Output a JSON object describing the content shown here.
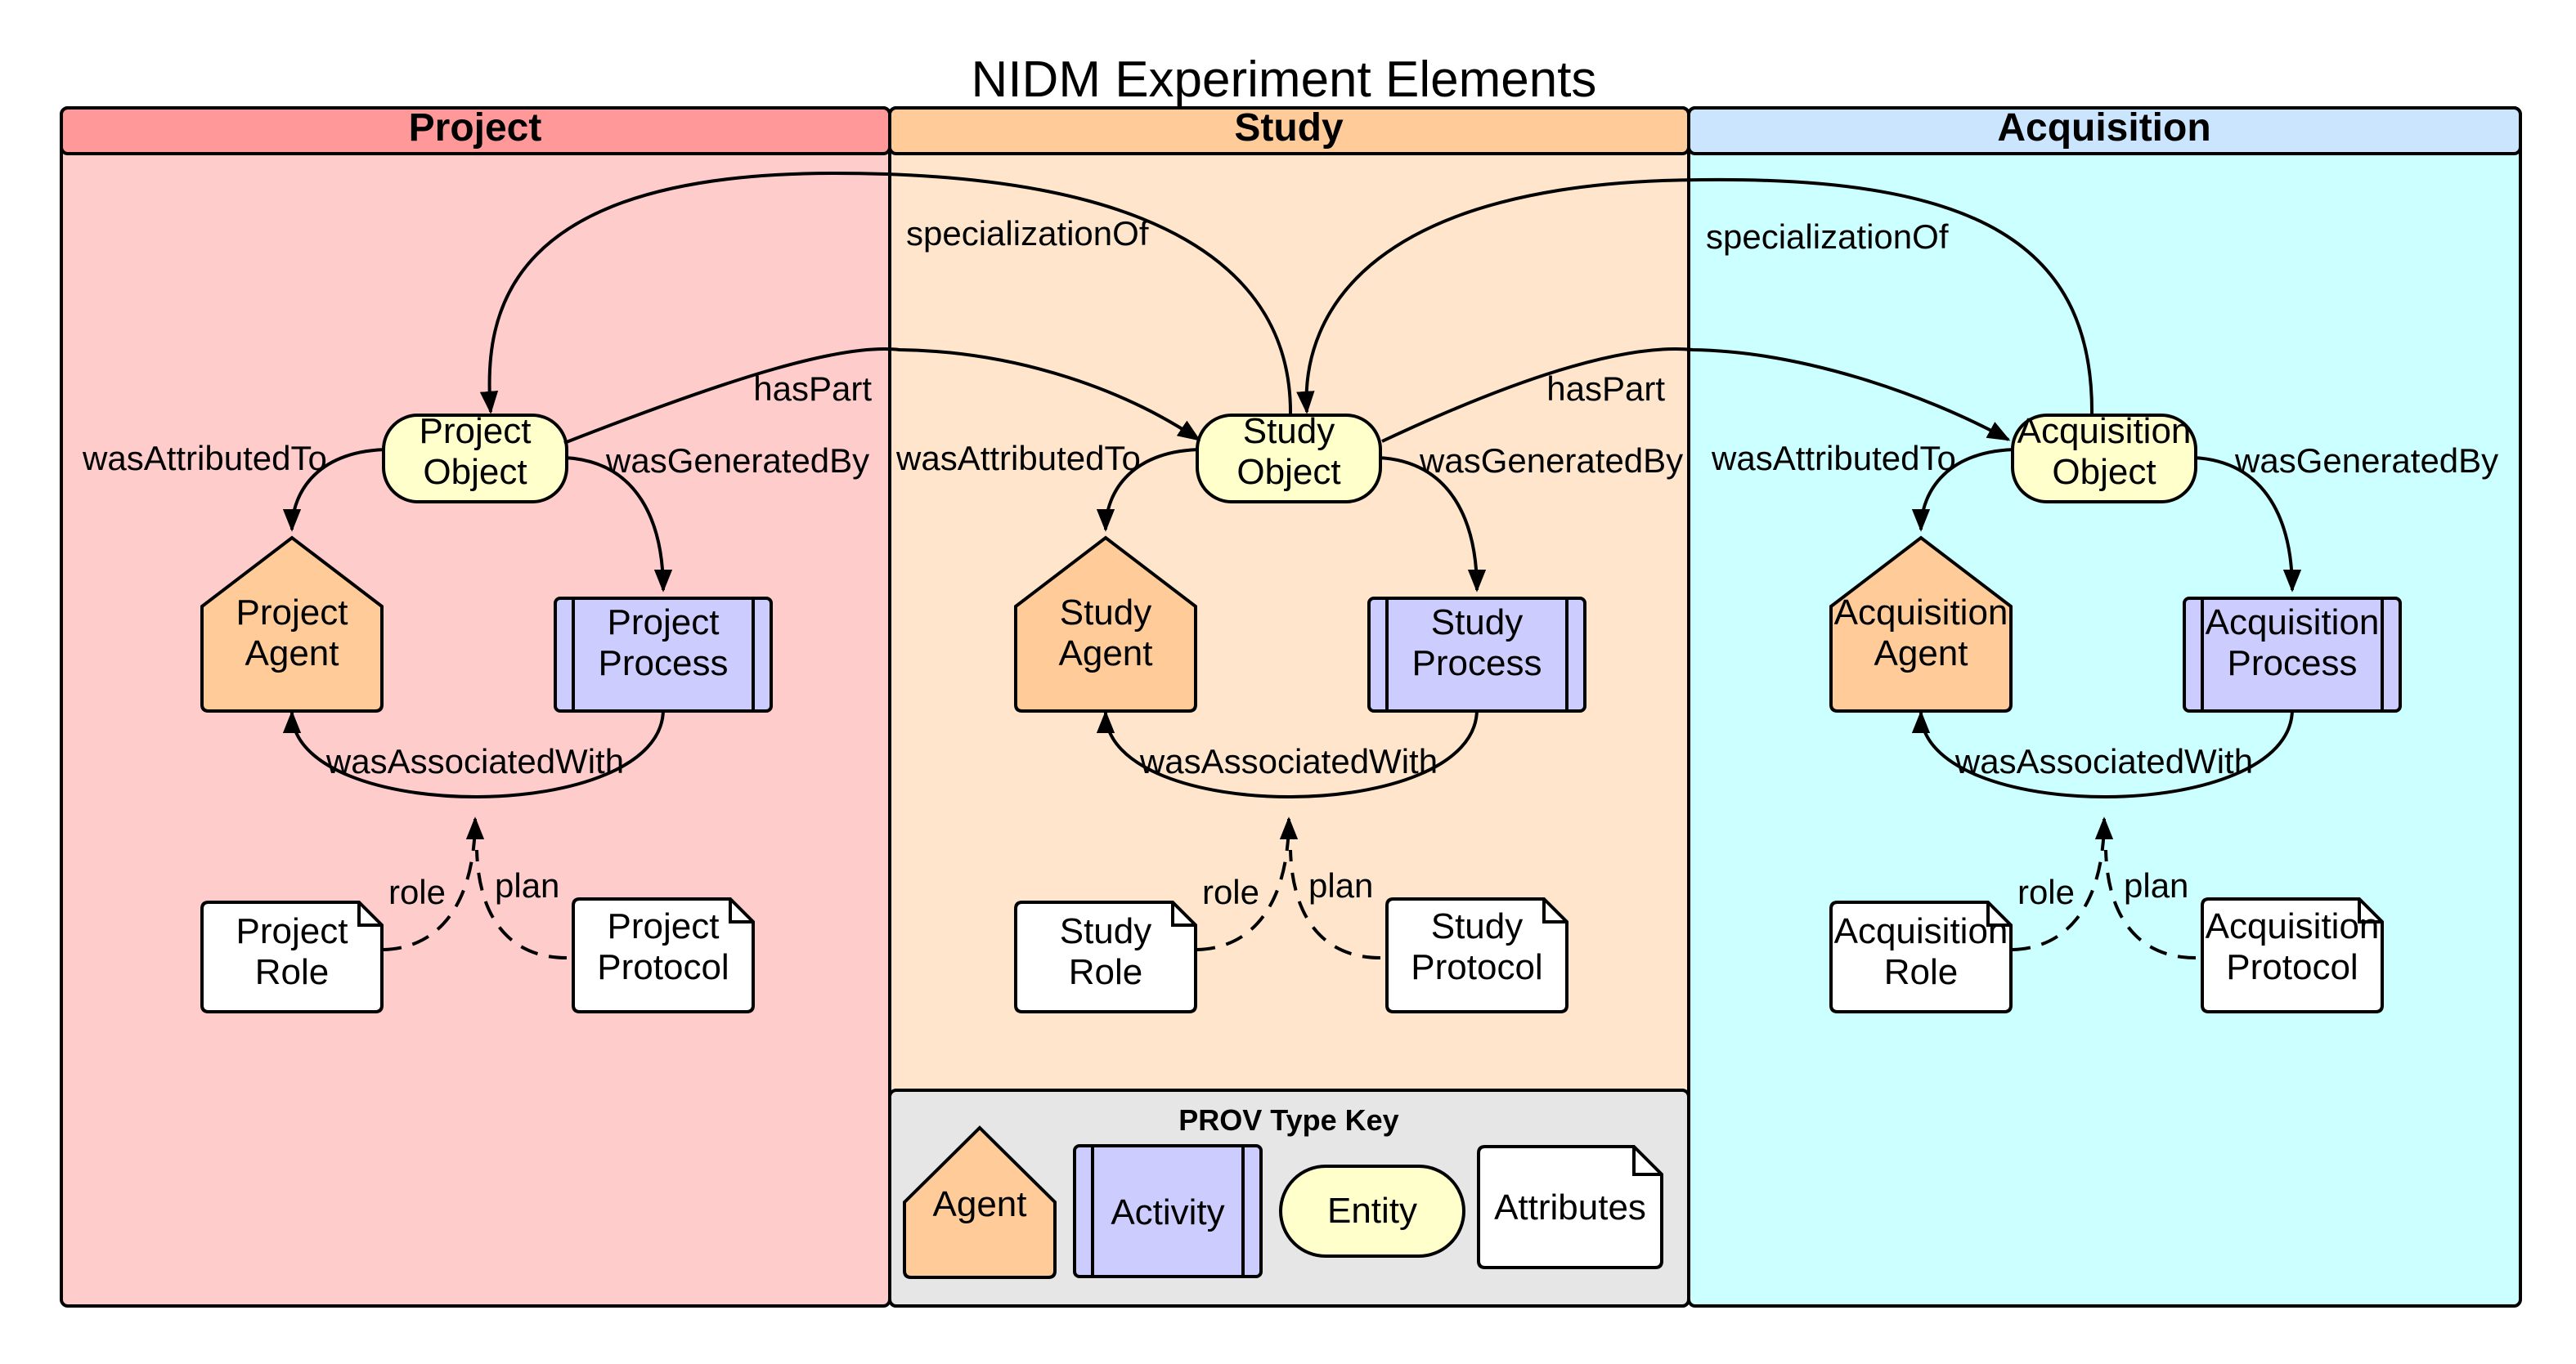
{
  "title": "NIDM Experiment Elements",
  "lanes": [
    {
      "id": "project",
      "title": "Project",
      "header_color": "#ff9999",
      "body_color": "#ffcccc"
    },
    {
      "id": "study",
      "title": "Study",
      "header_color": "#ffcc99",
      "body_color": "#ffe5cc"
    },
    {
      "id": "acquisition",
      "title": "Acquisition",
      "header_color": "#cce5ff",
      "body_color": "#ccffff"
    }
  ],
  "nodes": {
    "project": {
      "object": [
        "Project",
        "Object"
      ],
      "agent": [
        "Project",
        "Agent"
      ],
      "process": [
        "Project",
        "Process"
      ],
      "role": [
        "Project",
        "Role"
      ],
      "protocol": [
        "Project",
        "Protocol"
      ]
    },
    "study": {
      "object": [
        "Study",
        "Object"
      ],
      "agent": [
        "Study",
        "Agent"
      ],
      "process": [
        "Study",
        "Process"
      ],
      "role": [
        "Study",
        "Role"
      ],
      "protocol": [
        "Study",
        "Protocol"
      ]
    },
    "acquisition": {
      "object": [
        "Acquisition",
        "Object"
      ],
      "agent": [
        "Acquisition",
        "Agent"
      ],
      "process": [
        "Acquisition",
        "Process"
      ],
      "role": [
        "Acquisition",
        "Role"
      ],
      "protocol": [
        "Acquisition",
        "Protocol"
      ]
    }
  },
  "edge_labels": {
    "attributed": "wasAttributedTo",
    "generated": "wasGeneratedBy",
    "associated": "wasAssociatedWith",
    "role": "role",
    "plan": "plan",
    "has_part": "hasPart",
    "specialization": "specializationOf"
  },
  "key": {
    "title": "PROV Type Key",
    "agent": "Agent",
    "activity": "Activity",
    "entity": "Entity",
    "attributes": "Attributes"
  },
  "colors": {
    "agent": "#ffcc99",
    "activity": "#ccccff",
    "entity": "#ffffcc",
    "attributes": "#ffffff",
    "key_background": "#e6e6e6"
  }
}
